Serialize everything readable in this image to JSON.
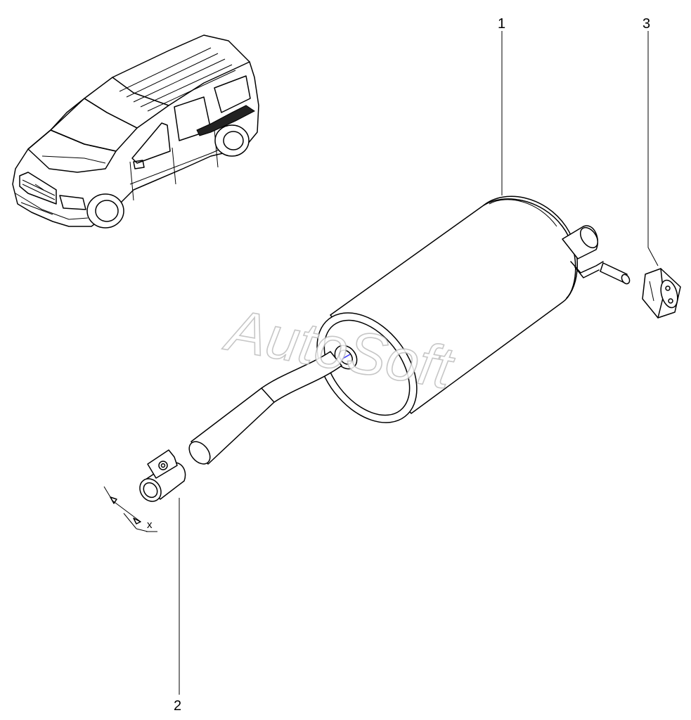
{
  "diagram": {
    "callouts": [
      {
        "id": "1",
        "label": "1"
      },
      {
        "id": "2",
        "label": "2"
      },
      {
        "id": "3",
        "label": "3"
      }
    ],
    "dimension_label": "x",
    "watermark": "AutoSoft",
    "colors": {
      "line": "#000000",
      "background": "#ffffff",
      "watermark_outline": "#bdbdbd",
      "marker": "#3a3aff"
    }
  }
}
